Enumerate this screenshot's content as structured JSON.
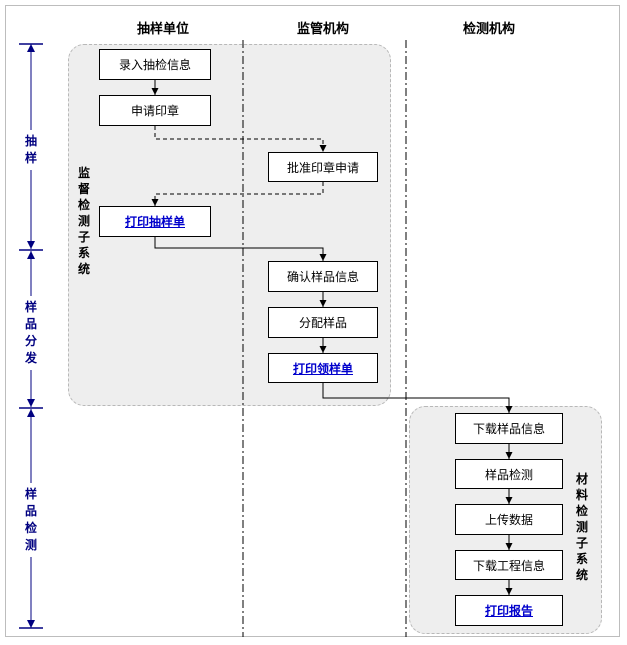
{
  "columns": [
    "抽样单位",
    "监管机构",
    "检测机构"
  ],
  "subsystems": {
    "supervision": "监督检测子系统",
    "material": "材料检测子系统"
  },
  "phases": [
    "抽样",
    "样品分发",
    "样品检测"
  ],
  "boxes": {
    "enter_sampling_info": "录入抽检信息",
    "apply_seal": "申请印章",
    "approve_seal": "批准印章申请",
    "print_sampling_form": "打印抽样单",
    "confirm_sample_info": "确认样品信息",
    "assign_samples": "分配样品",
    "print_pickup_form": "打印领样单",
    "download_sample_info": "下载样品信息",
    "sample_testing": "样品检测",
    "upload_data": "上传数据",
    "download_project_info": "下载工程信息",
    "print_report": "打印报告"
  },
  "colors": {
    "phase_axis": "#000080",
    "link_text": "#0000cc",
    "subsystem_fill": "#eeeeee"
  }
}
